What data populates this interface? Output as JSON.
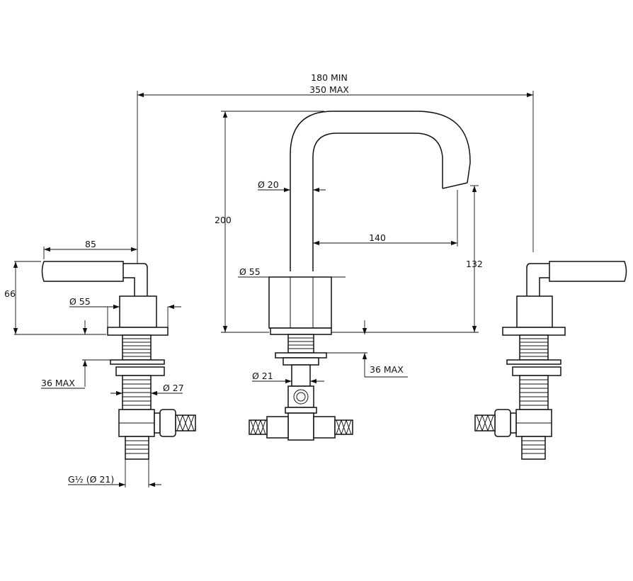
{
  "labels": {
    "width_min": "180 MIN",
    "width_max": "350 MAX",
    "spout_height": "200",
    "spout_reach": "140",
    "spout_outlet_height": "132",
    "spout_diameter": "Ø 20",
    "spout_base_diameter": "Ø 55",
    "spout_mount_max": "36 MAX",
    "spout_tail_diameter": "Ø 21",
    "handle_length": "85",
    "handle_height": "66",
    "handle_base_diameter": "Ø 55",
    "handle_mount_max": "36 MAX",
    "handle_shank_diameter": "Ø 27",
    "thread_spec": "G½ (Ø 21)"
  }
}
